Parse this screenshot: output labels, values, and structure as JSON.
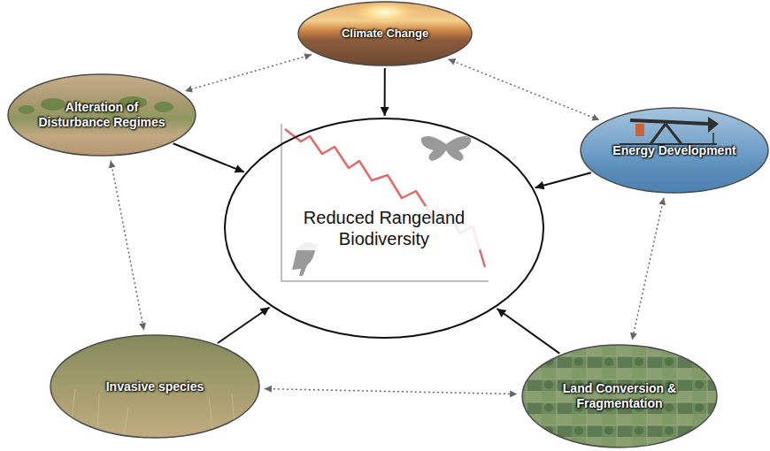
{
  "diagram": {
    "nodes": [
      {
        "text": [
          "Climate Change"
        ]
      },
      {
        "text": [
          "Alteration of Disturbance Regimes"
        ]
      },
      {
        "text": [
          "Energy Development"
        ]
      },
      {
        "text": [
          "Reduced Rangeland Biodiversity"
        ]
      },
      {
        "text": [
          "Invasive species"
        ]
      },
      {
        "text": [
          "Land Conversion & Fragmentation"
        ]
      }
    ],
    "edges": [
      {
        "from": 0,
        "to": 3,
        "arrow": "to"
      },
      {
        "from": 1,
        "to": 3,
        "arrow": "to"
      },
      {
        "from": 2,
        "to": 3,
        "arrow": "to"
      },
      {
        "from": 4,
        "to": 3,
        "arrow": "to"
      },
      {
        "from": 5,
        "to": 3,
        "arrow": "to"
      },
      {
        "from": 0,
        "to": 1,
        "arrow": "both"
      },
      {
        "from": 0,
        "to": 2,
        "arrow": "both"
      },
      {
        "from": 1,
        "to": 4,
        "arrow": "both"
      },
      {
        "from": 4,
        "to": 5,
        "arrow": "both"
      },
      {
        "from": 2,
        "to": 5,
        "arrow": "both"
      }
    ]
  }
}
